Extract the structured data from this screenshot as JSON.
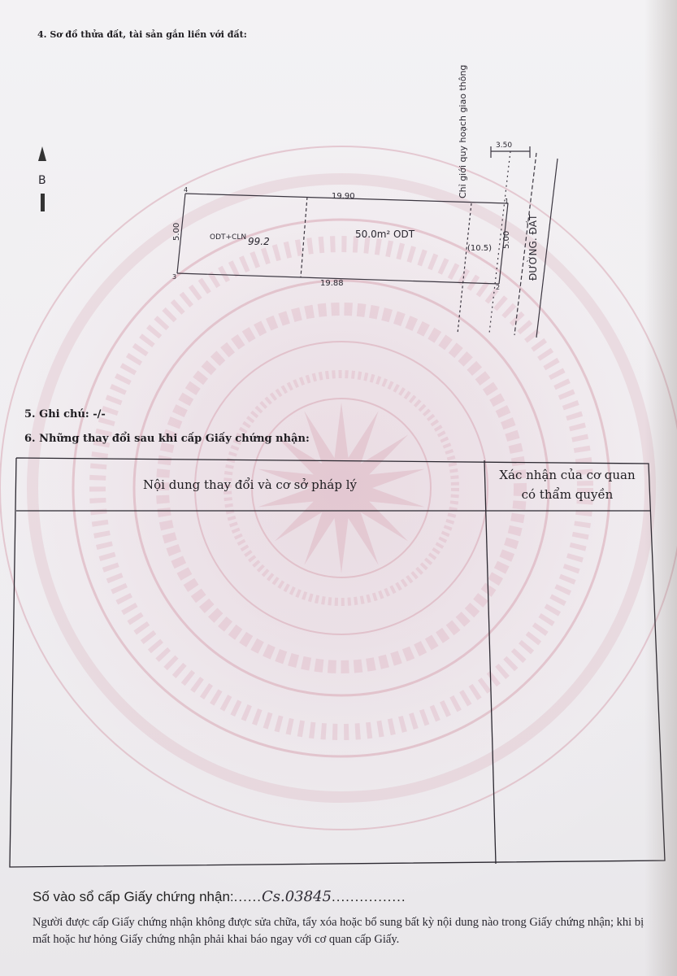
{
  "section4": {
    "title": "4. Sơ đồ thửa đất, tài sản gắn liền với đất:"
  },
  "diagram": {
    "north_label": "B",
    "plan_boundary_label": "Chỉ giới quy hoạch giao thông",
    "top_edge": "19.90",
    "bottom_edge": "19.88",
    "left_edge": "5.00",
    "right_edge": "5.00",
    "top_right_edge": "3.50",
    "parcel_left_label": "ODT+CLN",
    "parcel_left_area": "99.2",
    "parcel_right_label": "50.0m² ODT",
    "road_area": "(10.5)",
    "road_label": "ĐƯỜNG. ĐẤT",
    "vertex_1": "1",
    "vertex_2": "2",
    "vertex_3": "3",
    "vertex_4": "4"
  },
  "section5": {
    "text": "5. Ghi chú: -/-"
  },
  "section6": {
    "title": "6. Những thay đổi sau khi cấp Giấy chứng nhận:"
  },
  "table": {
    "col1_header": "Nội dung thay đổi và cơ sở pháp lý",
    "col2_header_line1": "Xác nhận của cơ quan",
    "col2_header_line2": "có thẩm quyền"
  },
  "registry": {
    "label": "Số vào sổ cấp Giấy chứng nhận:",
    "dots_before": "......",
    "handwritten": "Cs.03845",
    "dots_after": "................"
  },
  "footer_note": "Người được cấp Giấy chứng nhận không được sửa chữa, tẩy xóa hoặc bổ sung bất kỳ nội dung nào trong Giấy chứng nhận; khi bị mất hoặc hư hỏng Giấy chứng nhận phải khai báo ngay với cơ quan cấp Giấy."
}
